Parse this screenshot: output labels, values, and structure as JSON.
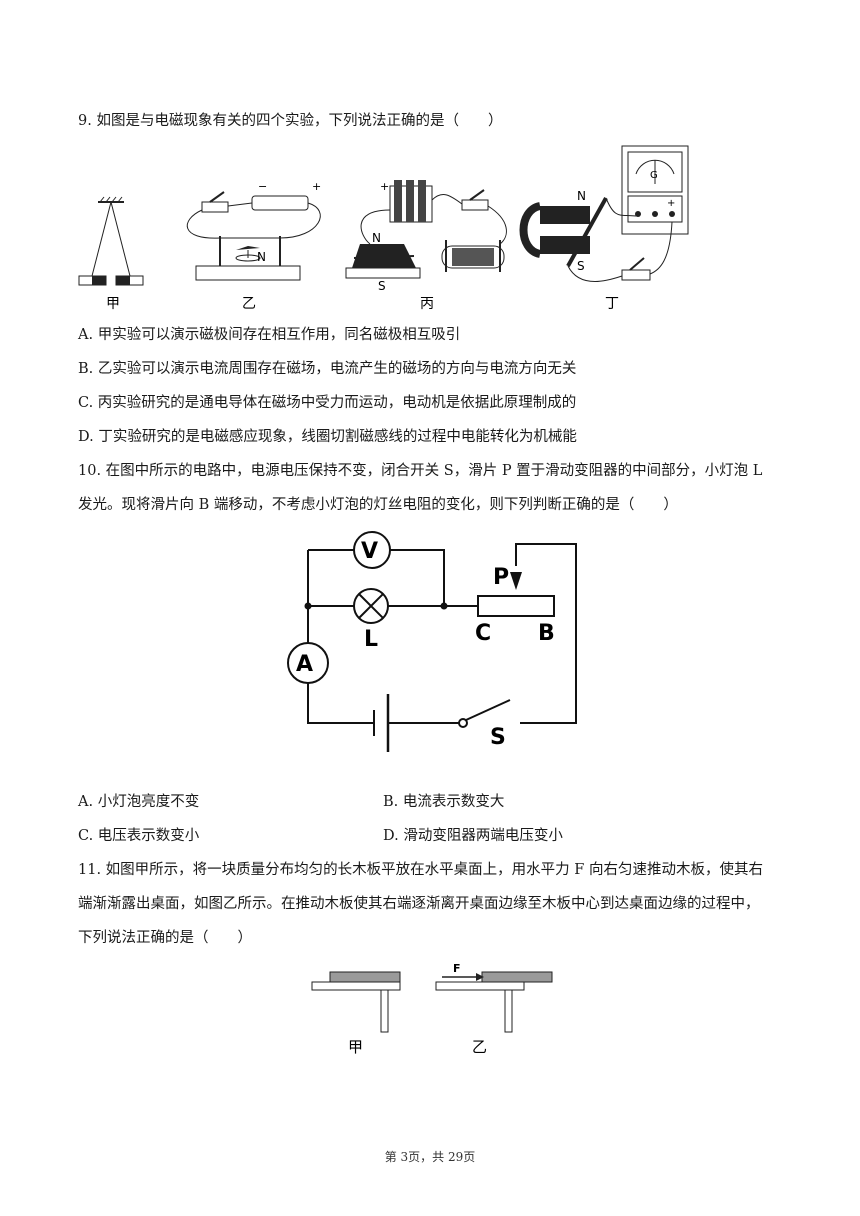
{
  "q9": {
    "stem": "9. 如图是与电磁现象有关的四个实验，下列说法正确的是（　　）",
    "figure_labels": [
      "甲",
      "乙",
      "丙",
      "丁"
    ],
    "figure_marks": {
      "N": "N",
      "S": "S",
      "G": "G",
      "plus": "+",
      "minus": "−"
    },
    "options": {
      "A": "A. 甲实验可以演示磁极间存在相互作用，同名磁极相互吸引",
      "B": "B. 乙实验可以演示电流周围存在磁场，电流产生的磁场的方向与电流方向无关",
      "C": "C. 丙实验研究的是通电导体在磁场中受力而运动，电动机是依据此原理制成的",
      "D": "D. 丁实验研究的是电磁感应现象，线圈切割磁感线的过程中电能转化为机械能"
    }
  },
  "q10": {
    "stem_line1": "10. 在图中所示的电路中，电源电压保持不变，闭合开关 S，滑片 P 置于滑动变阻器的中间部分，小灯泡 L",
    "stem_line2": "发光。现将滑片向 B 端移动，不考虑小灯泡的灯丝电阻的变化，则下列判断正确的是（　　）",
    "circuit_labels": {
      "voltmeter": "V",
      "ammeter": "A",
      "lamp": "L",
      "slider": "P",
      "end_c": "C",
      "end_b": "B",
      "switch": "S"
    },
    "options": {
      "A": "A. 小灯泡亮度不变",
      "B": "B. 电流表示数变大",
      "C": "C. 电压表示数变小",
      "D": "D. 滑动变阻器两端电压变小"
    }
  },
  "q11": {
    "stem_line1": "11. 如图甲所示，将一块质量分布均匀的长木板平放在水平桌面上，用水平力 F 向右匀速推动木板，使其右",
    "stem_line2": "端渐渐露出桌面，如图乙所示。在推动木板使其右端逐渐离开桌面边缘至木板中心到达桌面边缘的过程中，",
    "stem_line3": "下列说法正确的是（　　）",
    "figure_labels": [
      "甲",
      "乙"
    ],
    "force_label": "F"
  },
  "footer": "第 3页，共 29页"
}
